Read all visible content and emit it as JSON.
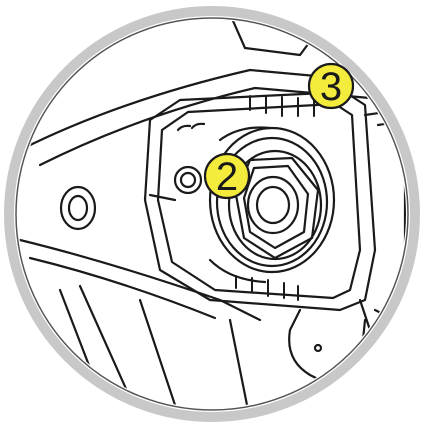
{
  "diagram": {
    "callouts": [
      {
        "label": "2",
        "target": "hex-bolt"
      },
      {
        "label": "3",
        "target": "bracket-edge"
      }
    ]
  },
  "colors": {
    "callout_fill": "#f4ec3c",
    "line": "#1a1a1a",
    "ring": "#c8c8c8"
  }
}
